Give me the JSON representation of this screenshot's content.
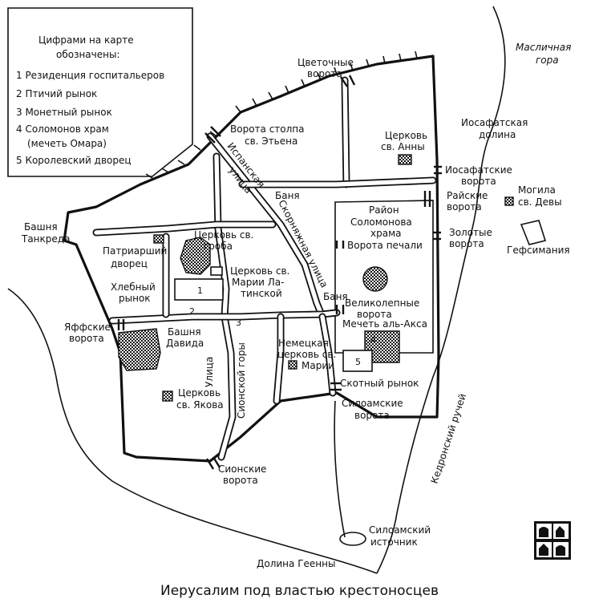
{
  "caption": "Иерусалим под властью крестоносцев",
  "legend": {
    "title_line1": "Цифрами на карте",
    "title_line2": "обозначены:",
    "items": [
      "1 Резиденция госпитальеров",
      "2 Птичий рынок",
      "3 Монетный рынок",
      "4 Соломонов храм",
      "(мечеть Омара)",
      "5 Королевский дворец"
    ]
  },
  "labels": {
    "flower_gate_1": "Цветочные",
    "flower_gate_2": "ворота",
    "stephen_gate_1": "Ворота столпа",
    "stephen_gate_2": "св. Этьена",
    "mount_olives_1": "Масличная",
    "mount_olives_2": "гора",
    "st_anne_1": "Церковь",
    "st_anne_2": "св. Анны",
    "jehoshaphat_valley_1": "Иосафатская",
    "jehoshaphat_valley_2": "долина",
    "jehoshaphat_gate_1": "Иосафатские",
    "jehoshaphat_gate_2": "ворота",
    "paradise_gate_1": "Райские",
    "paradise_gate_2": "ворота",
    "tomb_virgin_1": "Могила",
    "tomb_virgin_2": "св. Девы",
    "golden_gate_1": "Золотые",
    "golden_gate_2": "ворота",
    "gethsemane": "Гефсимания",
    "spanish_street_1": "Испанская",
    "spanish_street_2": "улица",
    "bath_1": "Баня",
    "solomon_district_1": "Район",
    "solomon_district_2": "Соломонова",
    "solomon_district_3": "храма",
    "sorrow_gate": "Ворота печали",
    "tancred_tower_1": "Башня",
    "tancred_tower_2": "Танкреда",
    "holy_sepulchre_1": "Церковь св.",
    "holy_sepulchre_2": "гроба",
    "patriarch_palace_1": "Патриарший",
    "patriarch_palace_2": "дворец",
    "st_mary_latin_1": "Церковь св.",
    "st_mary_latin_2": "Марии Ла-",
    "st_mary_latin_3": "тинской",
    "bread_market_1": "Хлебный",
    "bread_market_2": "рынок",
    "furriers_street": "Скорняжная улица",
    "bath_2": "Баня",
    "beautiful_gate_1": "Великолепные",
    "beautiful_gate_2": "ворота",
    "al_aqsa": "Мечеть аль-Акса",
    "jaffa_gate_1": "Яффские",
    "jaffa_gate_2": "ворота",
    "david_tower_1": "Башня",
    "david_tower_2": "Давида",
    "german_church_1": "Немецкая",
    "german_church_2": "церковь св.",
    "german_church_3": "Марии",
    "cattle_market": "Скотный рынок",
    "zion_street_1": "Улица",
    "zion_street_2": "Сионской горы",
    "st_james_1": "Церковь",
    "st_james_2": "св. Якова",
    "siloam_gate_1": "Силоамские",
    "siloam_gate_2": "ворота",
    "kidron_brook": "Кедронский ручей",
    "zion_gate_1": "Сионские",
    "zion_gate_2": "ворота",
    "siloam_spring_1": "Силоамский",
    "siloam_spring_2": "источник",
    "hinnom_valley": "Долина Геенны",
    "num_1": "1",
    "num_2": "2",
    "num_3": "3",
    "num_4": "4",
    "num_5": "5"
  },
  "emblem_icon": "crusader-emblem-icon"
}
